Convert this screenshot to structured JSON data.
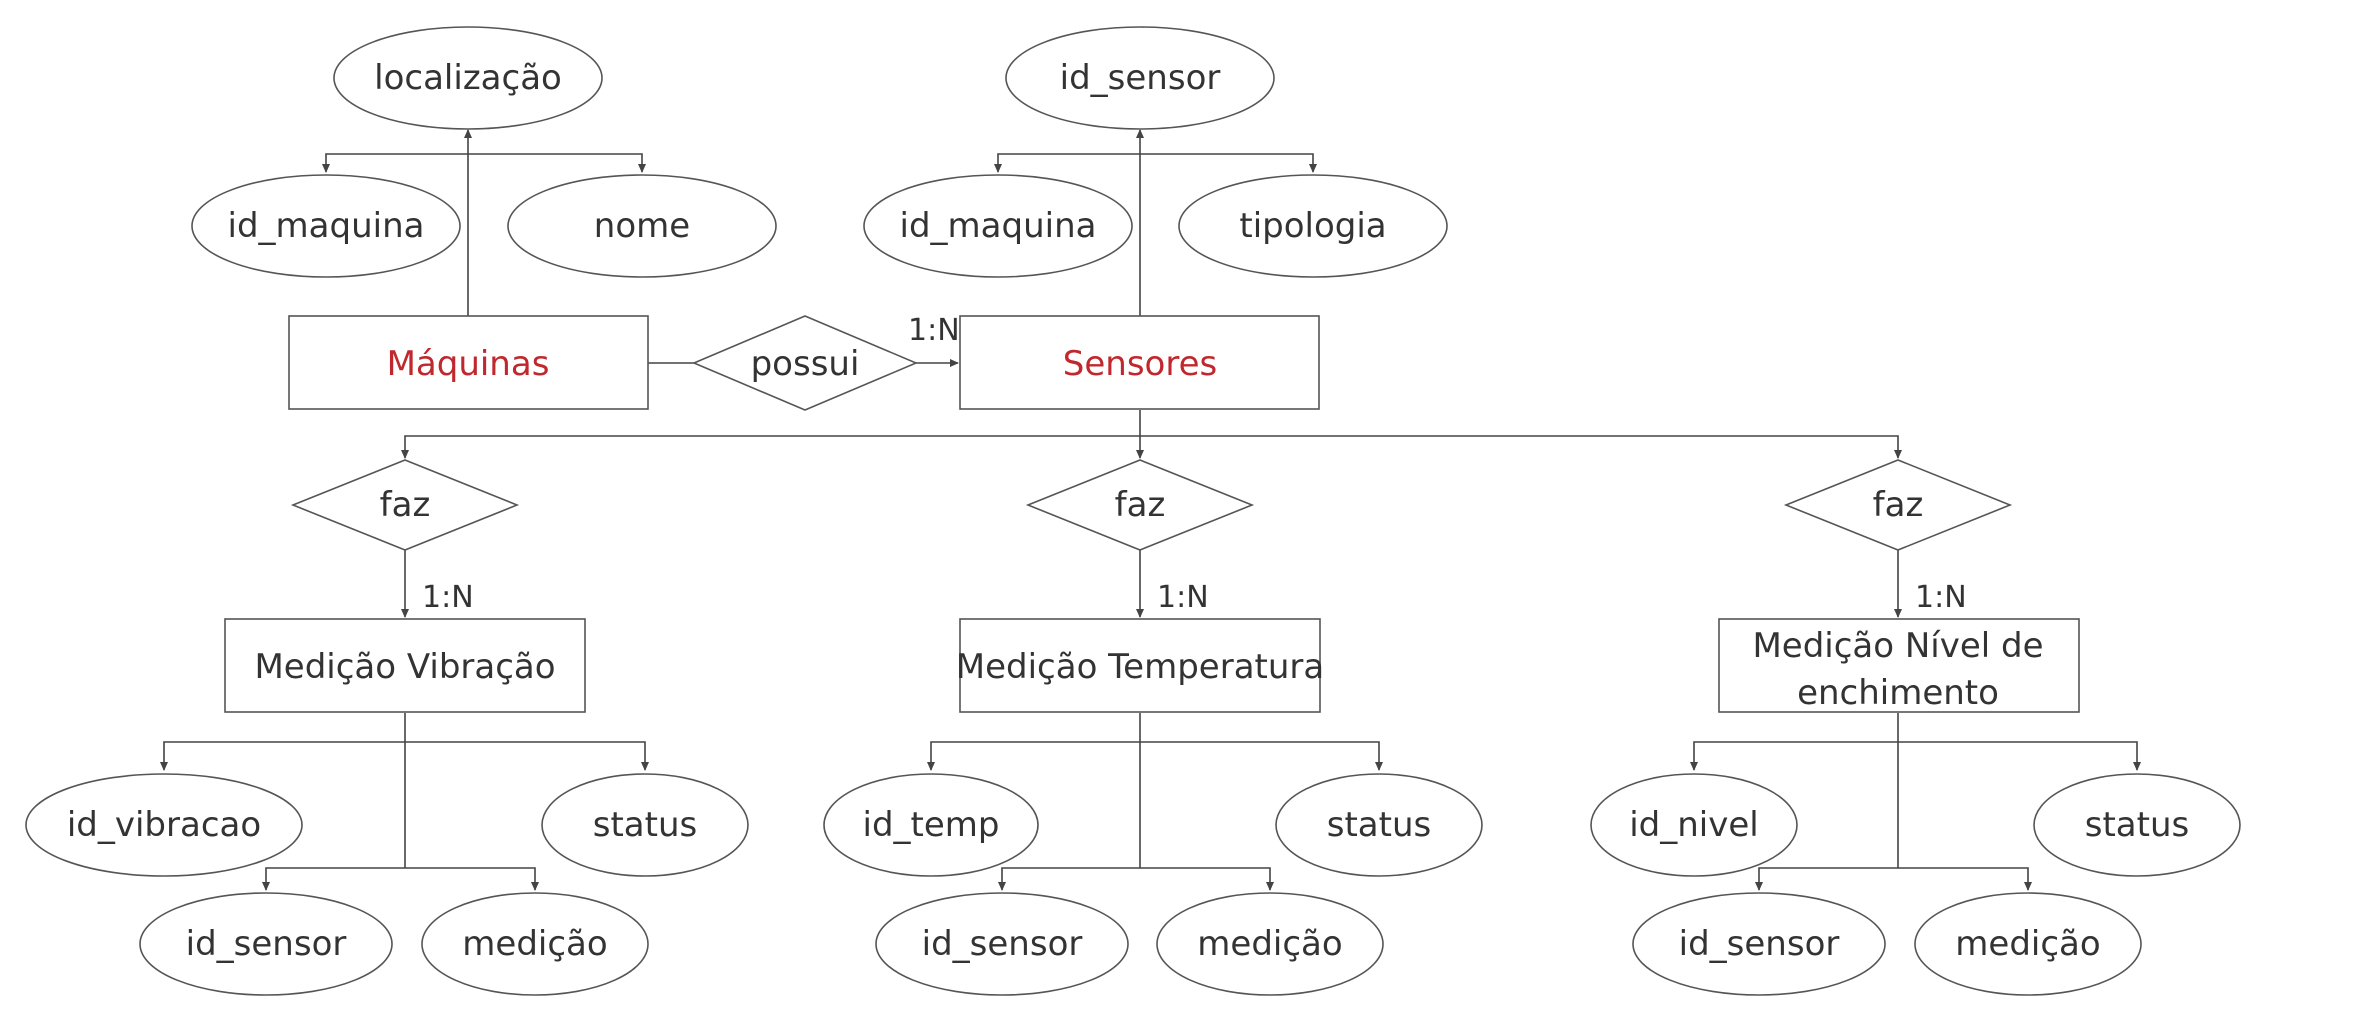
{
  "colors": {
    "primary_entity_text": "#c0282d",
    "text": "#333333",
    "stroke": "#555555"
  },
  "entities": {
    "maquinas": "Máquinas",
    "sensores": "Sensores",
    "vibracao": "Medição Vibração",
    "temperatura": "Medição Temperatura",
    "nivel_line1": "Medição Nível de",
    "nivel_line2": "enchimento"
  },
  "relationships": {
    "possui": "possui",
    "faz_vibracao": "faz",
    "faz_temperatura": "faz",
    "faz_nivel": "faz"
  },
  "cardinalities": {
    "possui": "1:N",
    "vibracao": "1:N",
    "temperatura": "1:N",
    "nivel": "1:N"
  },
  "attributes": {
    "maquinas": {
      "localizacao": "localização",
      "id_maquina": "id_maquina",
      "nome": "nome"
    },
    "sensores": {
      "id_sensor": "id_sensor",
      "id_maquina": "id_maquina",
      "tipologia": "tipologia"
    },
    "vibracao": {
      "id_vibracao": "id_vibracao",
      "status": "status",
      "id_sensor": "id_sensor",
      "medicao": "medição"
    },
    "temperatura": {
      "id_temp": "id_temp",
      "status": "status",
      "id_sensor": "id_sensor",
      "medicao": "medição"
    },
    "nivel": {
      "id_nivel": "id_nivel",
      "status": "status",
      "id_sensor": "id_sensor",
      "medicao": "medição"
    }
  }
}
